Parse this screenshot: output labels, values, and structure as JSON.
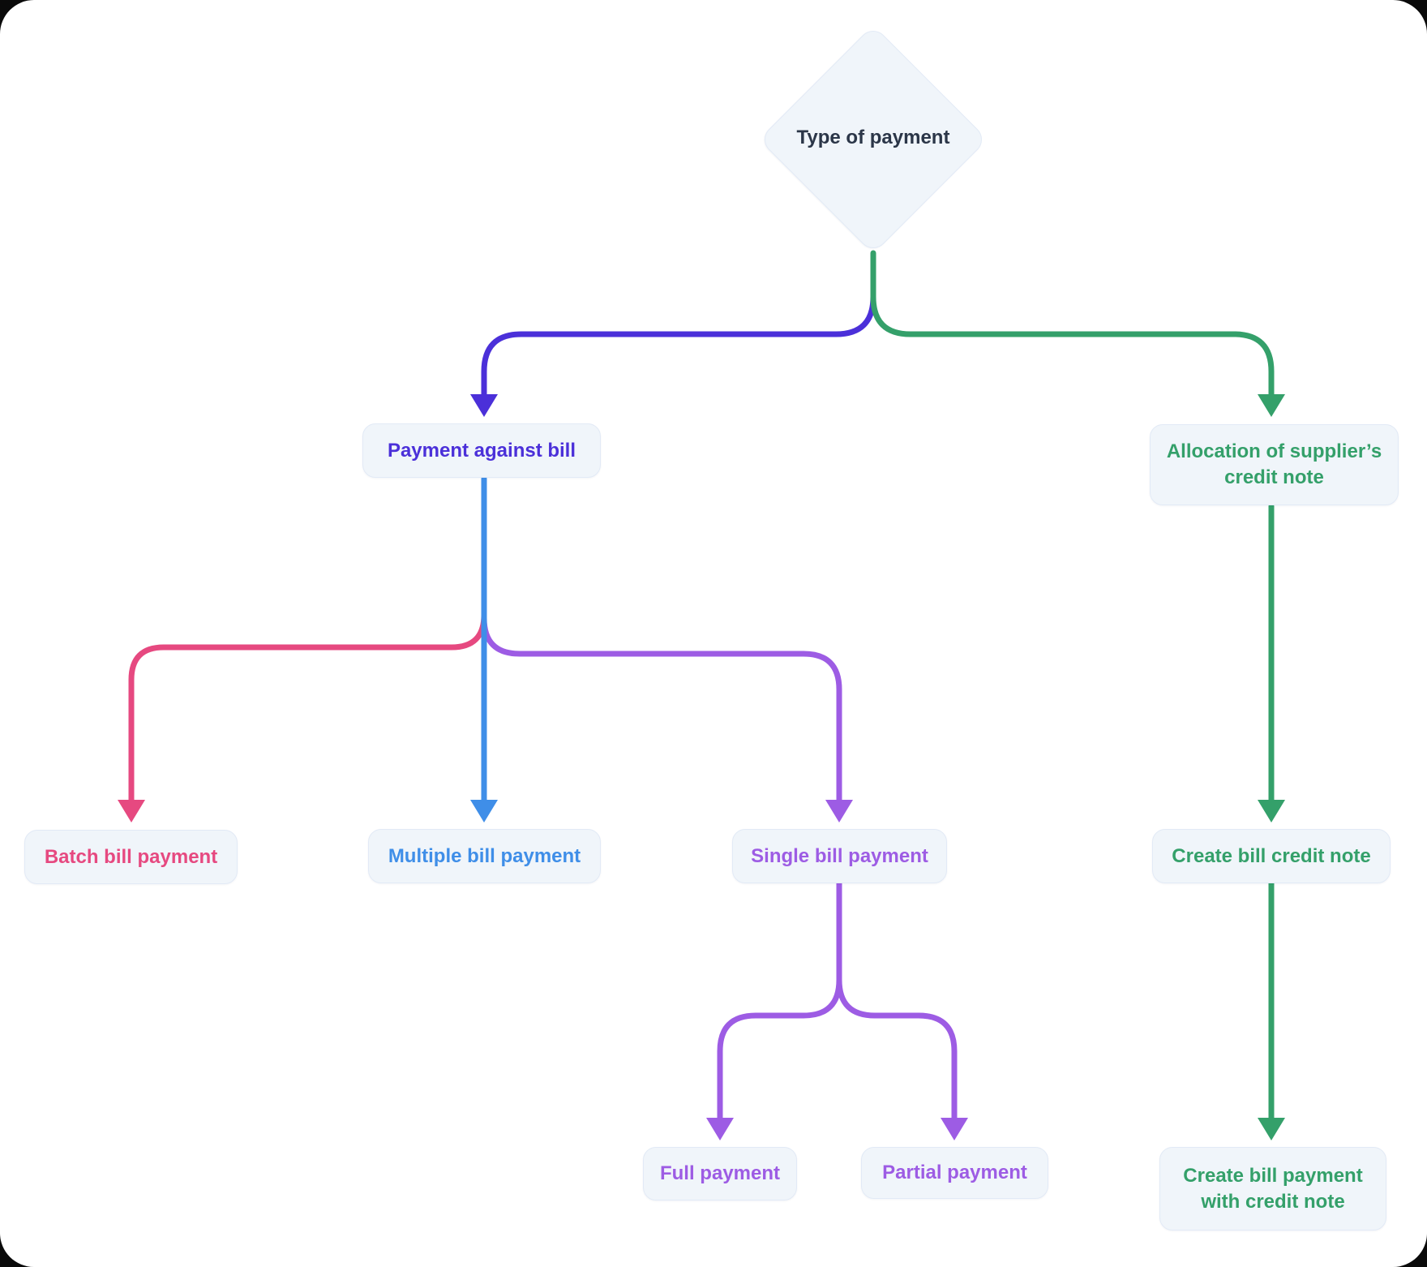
{
  "colors": {
    "indigo": "#4b30d9",
    "green": "#34a06a",
    "pink": "#e64980",
    "blue": "#3f8ee8",
    "purple": "#9d5ce4",
    "dark": "#2b3648",
    "node_bg": "#f0f5fa",
    "node_border": "#e2eaf6",
    "canvas": "#ffffff"
  },
  "diagram": {
    "type": "flowchart",
    "root": {
      "label": "Type of payment"
    },
    "nodes": {
      "payment_against_bill": {
        "label": "Payment against bill"
      },
      "allocation_credit_note": {
        "label": "Allocation of supplier’s\ncredit note"
      },
      "batch_bill_payment": {
        "label": "Batch bill payment"
      },
      "multiple_bill_payment": {
        "label": "Multiple bill payment"
      },
      "single_bill_payment": {
        "label": "Single bill payment"
      },
      "create_bill_credit_note": {
        "label": "Create bill credit note"
      },
      "full_payment": {
        "label": "Full payment"
      },
      "partial_payment": {
        "label": "Partial payment"
      },
      "create_bill_payment_with_credit_note": {
        "label": "Create bill payment\nwith credit note"
      }
    },
    "edges": [
      {
        "from": "Type of payment",
        "to": "Payment against bill",
        "color": "indigo"
      },
      {
        "from": "Type of payment",
        "to": "Allocation of supplier’s credit note",
        "color": "green"
      },
      {
        "from": "Payment against bill",
        "to": "Batch bill payment",
        "color": "pink"
      },
      {
        "from": "Payment against bill",
        "to": "Multiple bill payment",
        "color": "blue"
      },
      {
        "from": "Payment against bill",
        "to": "Single bill payment",
        "color": "purple"
      },
      {
        "from": "Single bill payment",
        "to": "Full payment",
        "color": "purple"
      },
      {
        "from": "Single bill payment",
        "to": "Partial payment",
        "color": "purple"
      },
      {
        "from": "Allocation of supplier’s credit note",
        "to": "Create bill credit note",
        "color": "green"
      },
      {
        "from": "Create bill credit note",
        "to": "Create bill payment with credit note",
        "color": "green"
      }
    ]
  }
}
